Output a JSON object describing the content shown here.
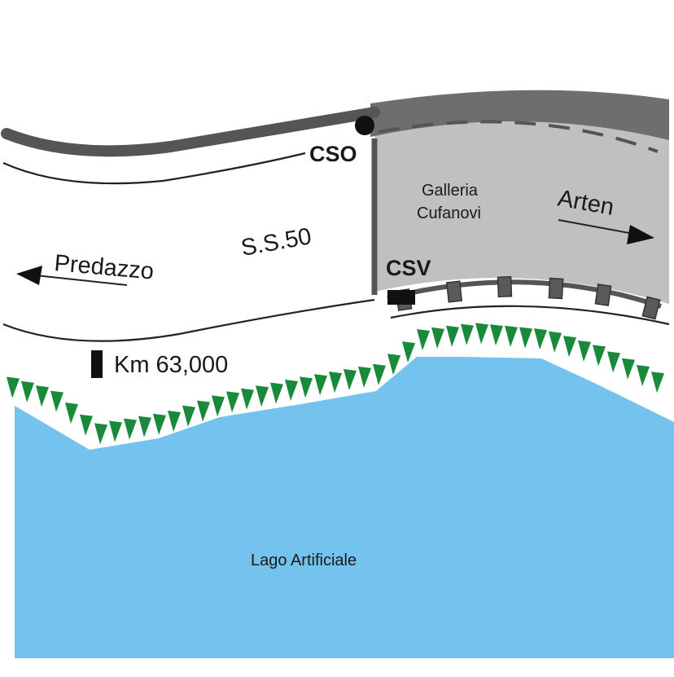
{
  "labels": {
    "cso": "CSO",
    "csv": "CSV",
    "tunnel_line1": "Galleria",
    "tunnel_line2": "Cufanovi",
    "arten": "Arten",
    "road": "S.S.50",
    "predazzo": "Predazzo",
    "km": "Km 63,000",
    "lake": "Lago Artificiale"
  },
  "colors": {
    "lake": "#74c3ee",
    "tunnel_fill": "#c0c0c0",
    "tunnel_roof": "#6e6e6e",
    "road_edge": "#222222",
    "vegetation": "#19893a",
    "marker": "#1a1a1a"
  },
  "icons": {
    "cso_marker": "filled-circle",
    "km_marker": "black-rectangle",
    "vegetation": "green-triangles",
    "direction": "arrow"
  }
}
